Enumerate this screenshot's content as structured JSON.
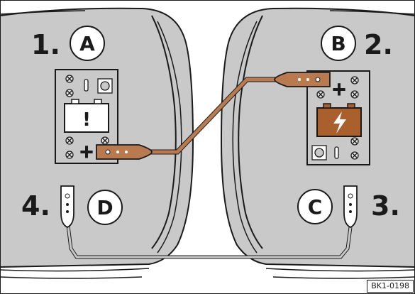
{
  "labels": {
    "step_1": "1.",
    "step_2": "2.",
    "step_3": "3.",
    "step_4": "4.",
    "circle_a": "A",
    "circle_b": "B",
    "circle_c": "C",
    "circle_d": "D",
    "plus_a": "+",
    "plus_b": "+",
    "warning_symbol": "!",
    "code": "BK1-0198"
  },
  "colors": {
    "background": "#ffffff",
    "panel": "#c9c9c9",
    "outline": "#1a1a1a",
    "copper": "#b97a50",
    "battery_fill": "#a9602d",
    "cable_grey": "#c9c9c9"
  }
}
